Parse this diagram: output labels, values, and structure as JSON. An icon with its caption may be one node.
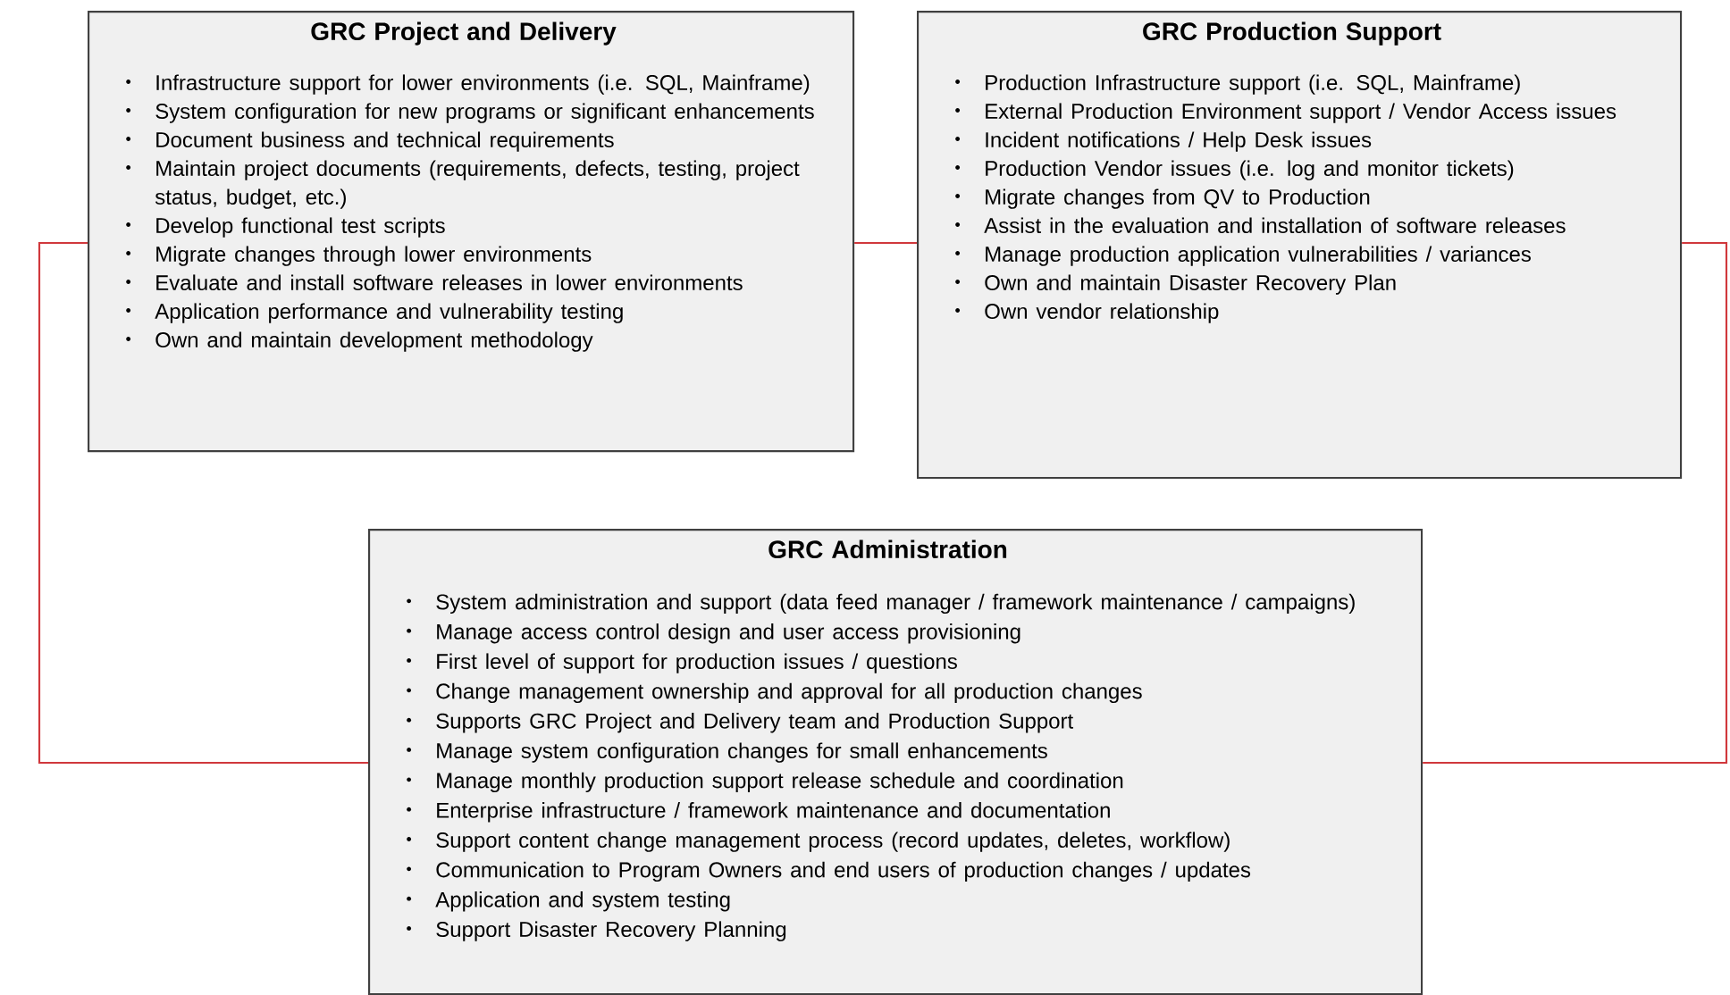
{
  "diagram": {
    "nodes": [
      {
        "text": [
          "GRC Project and Delivery",
          "Infrastructure support for lower environments (i.e. SQL, Mainframe)",
          "System configuration for new programs or significant enhancements",
          "Document business and technical requirements",
          "Maintain project documents (requirements, defects, testing, project status, budget, etc.)",
          "Develop functional test scripts",
          "Migrate changes through lower environments",
          "Evaluate and install software releases in lower environments",
          "Application performance and vulnerability testing",
          "Own and maintain development methodology"
        ]
      },
      {
        "text": [
          "GRC Production Support",
          "Production Infrastructure support (i.e. SQL, Mainframe)",
          "External Production Environment support / Vendor Access issues",
          "Incident notifications / Help Desk issues",
          "Production Vendor issues (i.e. log and monitor tickets)",
          "Migrate changes from QV to Production",
          "Assist in the evaluation and installation of software releases",
          "Manage production application vulnerabilities / variances",
          "Own and maintain Disaster Recovery Plan",
          "Own vendor relationship"
        ]
      },
      {
        "text": [
          "GRC Administration",
          "System administration and support (data feed manager / framework maintenance / campaigns)",
          "Manage access control design and user access provisioning",
          "First level of support for production issues / questions",
          "Change management ownership and approval for all production changes",
          "Supports GRC Project and Delivery team and Production Support",
          "Manage system configuration changes for small enhancements",
          "Manage monthly production support release schedule and coordination",
          "Enterprise infrastructure / framework maintenance and documentation",
          "Support content change management process (record updates, deletes, workflow)",
          "Communication to Program Owners and end users of production changes / updates",
          "Application and system testing",
          "Support Disaster Recovery Planning"
        ]
      }
    ],
    "edges": [
      {
        "from": 0,
        "to": 1,
        "arrow": "none"
      },
      {
        "from": 0,
        "to": 2,
        "arrow": "none"
      },
      {
        "from": 1,
        "to": 2,
        "arrow": "none"
      }
    ]
  }
}
